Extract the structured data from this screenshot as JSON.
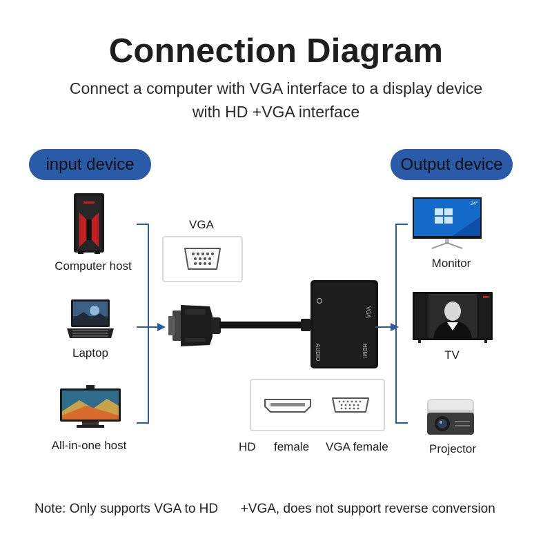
{
  "header": {
    "title": "Connection Diagram",
    "subtitle_line1": "Connect a computer with VGA interface to a display device",
    "subtitle_line2": "with HD  +VGA interface"
  },
  "input": {
    "pill_label": "input device",
    "devices": [
      {
        "label": "Computer host"
      },
      {
        "label": "Laptop"
      },
      {
        "label": "All-in-one host"
      }
    ]
  },
  "output": {
    "pill_label": "Output device",
    "devices": [
      {
        "label": "Monitor"
      },
      {
        "label": "TV"
      },
      {
        "label": "Projector"
      }
    ]
  },
  "adapter": {
    "vga_label": "VGA",
    "port_labels": {
      "vga": "VGA",
      "hdmi": "HDMI",
      "audio": "AUDIO"
    },
    "female_labels": {
      "hd": "HD",
      "female": "female",
      "vga_female": "VGA female"
    }
  },
  "note": {
    "part1": "Note: Only supports VGA to HD",
    "part2": "+VGA, does not support reverse conversion"
  },
  "monitor_screen_text": "24\""
}
